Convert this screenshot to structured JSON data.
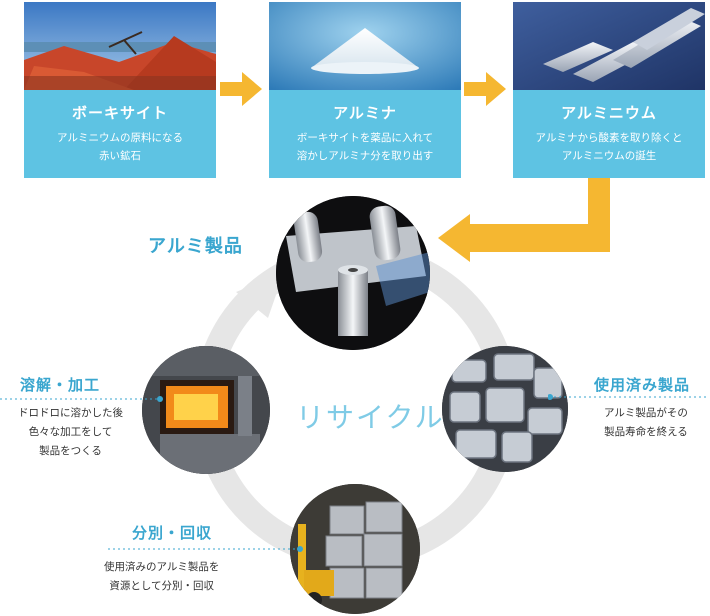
{
  "steps": [
    {
      "title": "ボーキサイト",
      "desc_line1": "アルミニウムの原料になる",
      "desc_line2": "赤い鉱石"
    },
    {
      "title": "アルミナ",
      "desc_line1": "ボーキサイトを薬品に入れて",
      "desc_line2": "溶かしアルミナ分を取り出す"
    },
    {
      "title": "アルミニウム",
      "desc_line1": "アルミナから酸素を取り除くと",
      "desc_line2": "アルミニウムの誕生"
    }
  ],
  "cycle": {
    "center_label": "リサイクル",
    "product": {
      "label": "アルミ製品"
    },
    "used": {
      "label": "使用済み製品",
      "desc_line1": "アルミ製品がその",
      "desc_line2": "製品寿命を終える"
    },
    "sort": {
      "label": "分別・回収",
      "desc_line1": "使用済みのアルミ製品を",
      "desc_line2": "資源として分別・回収"
    },
    "melt": {
      "label": "溶解・加工",
      "desc_line1": "ドロドロに溶かした後",
      "desc_line2": "色々な加工をして",
      "desc_line3": "製品をつくる"
    }
  },
  "colors": {
    "panel": "#5ec3e3",
    "arrow": "#f5b731",
    "label": "#3aa6cf",
    "ring": "#e6e6e6"
  }
}
